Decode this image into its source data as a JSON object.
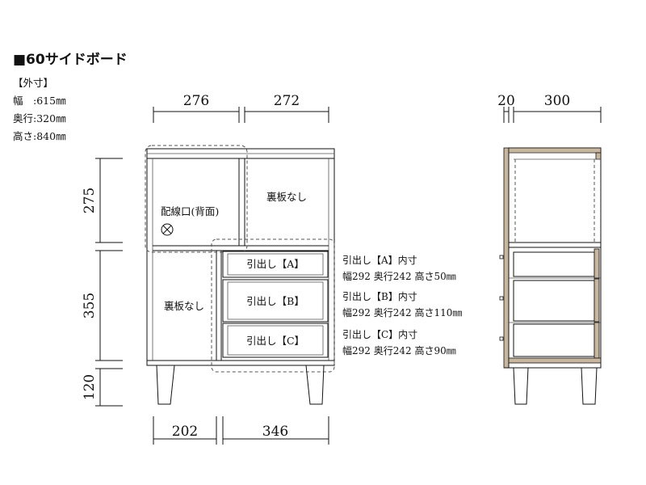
{
  "title": "■60サイドボード",
  "spec": {
    "header": "【外寸】",
    "width": "幅　:615㎜",
    "depth": "奥行:320㎜",
    "height": "高さ:840㎜"
  },
  "dims": {
    "top_left": "276",
    "top_right": "272",
    "side_left": "20",
    "side_right": "300",
    "h_upper": "275",
    "h_middle": "355",
    "h_legs": "120",
    "bottom_left": "202",
    "bottom_right": "346"
  },
  "labels": {
    "wiring": "配線口(背面)",
    "no_back_upper": "裏板なし",
    "no_back_lower": "裏板なし"
  },
  "drawers": [
    {
      "face": "引出し【A】",
      "name": "引出し【A】内寸",
      "size": "幅292 奥行242 高さ50㎜"
    },
    {
      "face": "引出し【B】",
      "name": "引出し【B】内寸",
      "size": "幅292 奥行242 高さ110㎜"
    },
    {
      "face": "引出し【C】",
      "name": "引出し【C】内寸",
      "size": "幅292 奥行242 高さ90㎜"
    }
  ],
  "colors": {
    "line": "#111111",
    "wood": "#c9b79d"
  }
}
